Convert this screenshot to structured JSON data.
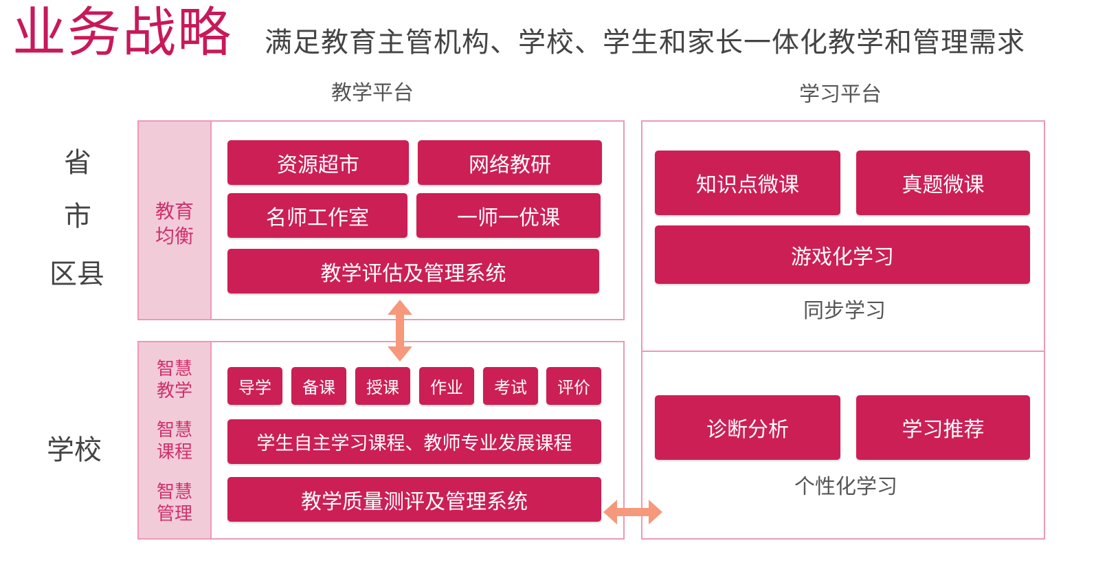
{
  "header": {
    "title": "业务战略",
    "subtitle": "满足教育主管机构、学校、学生和家长一体化教学和管理需求"
  },
  "columns": {
    "teaching": "教学平台",
    "learning": "学习平台"
  },
  "levels": {
    "province": "省",
    "city": "市",
    "district": "区县",
    "school": "学校"
  },
  "teaching_top": {
    "side_label": [
      "教育",
      "均衡"
    ],
    "buttons": [
      "资源超市",
      "网络教研",
      "名师工作室",
      "一师一优课",
      "教学评估及管理系统"
    ]
  },
  "teaching_bottom": {
    "side_labels": [
      [
        "智慧",
        "教学"
      ],
      [
        "智慧",
        "课程"
      ],
      [
        "智慧",
        "管理"
      ]
    ],
    "small_buttons": [
      "导学",
      "备课",
      "授课",
      "作业",
      "考试",
      "评价"
    ],
    "courses_button": "学生自主学习课程、教师专业发展课程",
    "quality_button": "教学质量测评及管理系统"
  },
  "learning_top": {
    "buttons": [
      "知识点微课",
      "真题微课",
      "游戏化学习"
    ],
    "caption": "同步学习"
  },
  "learning_bottom": {
    "buttons": [
      "诊断分析",
      "学习推荐"
    ],
    "caption": "个性化学习"
  },
  "colors": {
    "accent": "#cc1f55",
    "title": "#c8195a",
    "border": "#ec98b8",
    "side_fill": "#f2cbd9",
    "arrow": "#f6987b"
  }
}
